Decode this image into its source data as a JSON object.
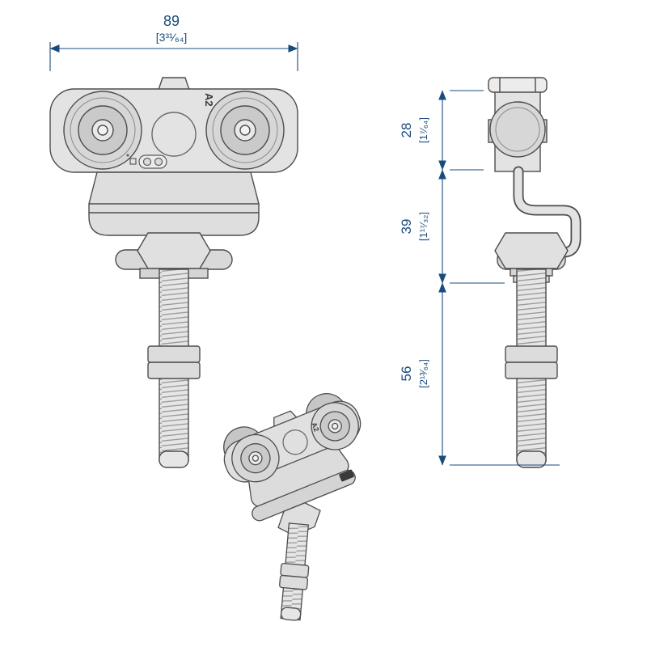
{
  "drawing": {
    "type": "technical-dimension-drawing",
    "background": "#ffffff",
    "accent_color": "#1a4b7d",
    "line_color": "#4d4d4d",
    "fill_color": "#e3e3e3"
  },
  "dims": {
    "width_mm": "89",
    "width_in": "[3³¹⁄₆₄]",
    "h1_mm": "28",
    "h1_in": "[1⁷⁄₆₄]",
    "h2_mm": "39",
    "h2_in": "[1¹⁷⁄₃₂]",
    "h3_mm": "56",
    "h3_in": "[2¹³⁄₆₄]"
  },
  "labels": {
    "model_front": "A2",
    "model_iso": "A2"
  }
}
